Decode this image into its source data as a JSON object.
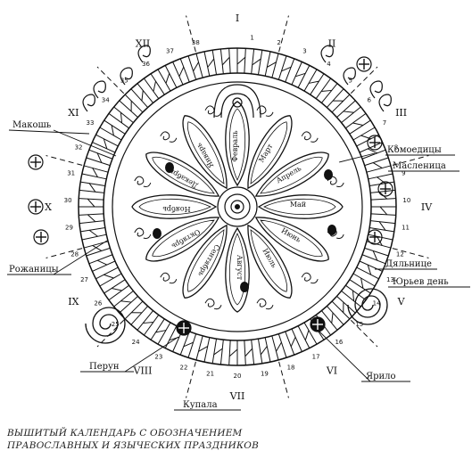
{
  "roman_numerals": [
    "I",
    "II",
    "III",
    "IV",
    "V",
    "VI",
    "VII",
    "VIII",
    "IX",
    "X",
    "XI",
    "XII"
  ],
  "holiday_labels": {
    "makosh": "Макошь",
    "komoedicy": "Комоедицы",
    "maslenica": "Масленица",
    "rozhanicy": "Рожаницы",
    "dyalnice": "Дяльнице",
    "yuriev_den": "Юрьев день",
    "perun": "Перун",
    "kupala": "Купала",
    "yarilo": "Ярило"
  },
  "petal_months": [
    "Февраль",
    "Март",
    "Апрель",
    "Май",
    "Июнь",
    "Июль",
    "Август",
    "Сентябрь",
    "Октябрь",
    "Ноябрь",
    "Декабрь",
    "Январь"
  ],
  "day_numbers": [
    "1",
    "2",
    "3",
    "4",
    "5",
    "6",
    "7",
    "8",
    "9",
    "10",
    "11",
    "12",
    "13",
    "14",
    "15",
    "16",
    "17",
    "18",
    "19",
    "20",
    "21",
    "22",
    "23",
    "24",
    "25",
    "26",
    "27",
    "28",
    "29",
    "30",
    "31",
    "32",
    "33",
    "34",
    "35",
    "36",
    "37",
    "38"
  ],
  "caption": {
    "line1": "ВЫШИТЫЙ КАЛЕНДАРЬ С ОБОЗНАЧЕНИЕМ",
    "line2": "ПРАВОСЛАВНЫХ И ЯЗЫЧЕСКИХ ПРАЗДНИКОВ"
  }
}
